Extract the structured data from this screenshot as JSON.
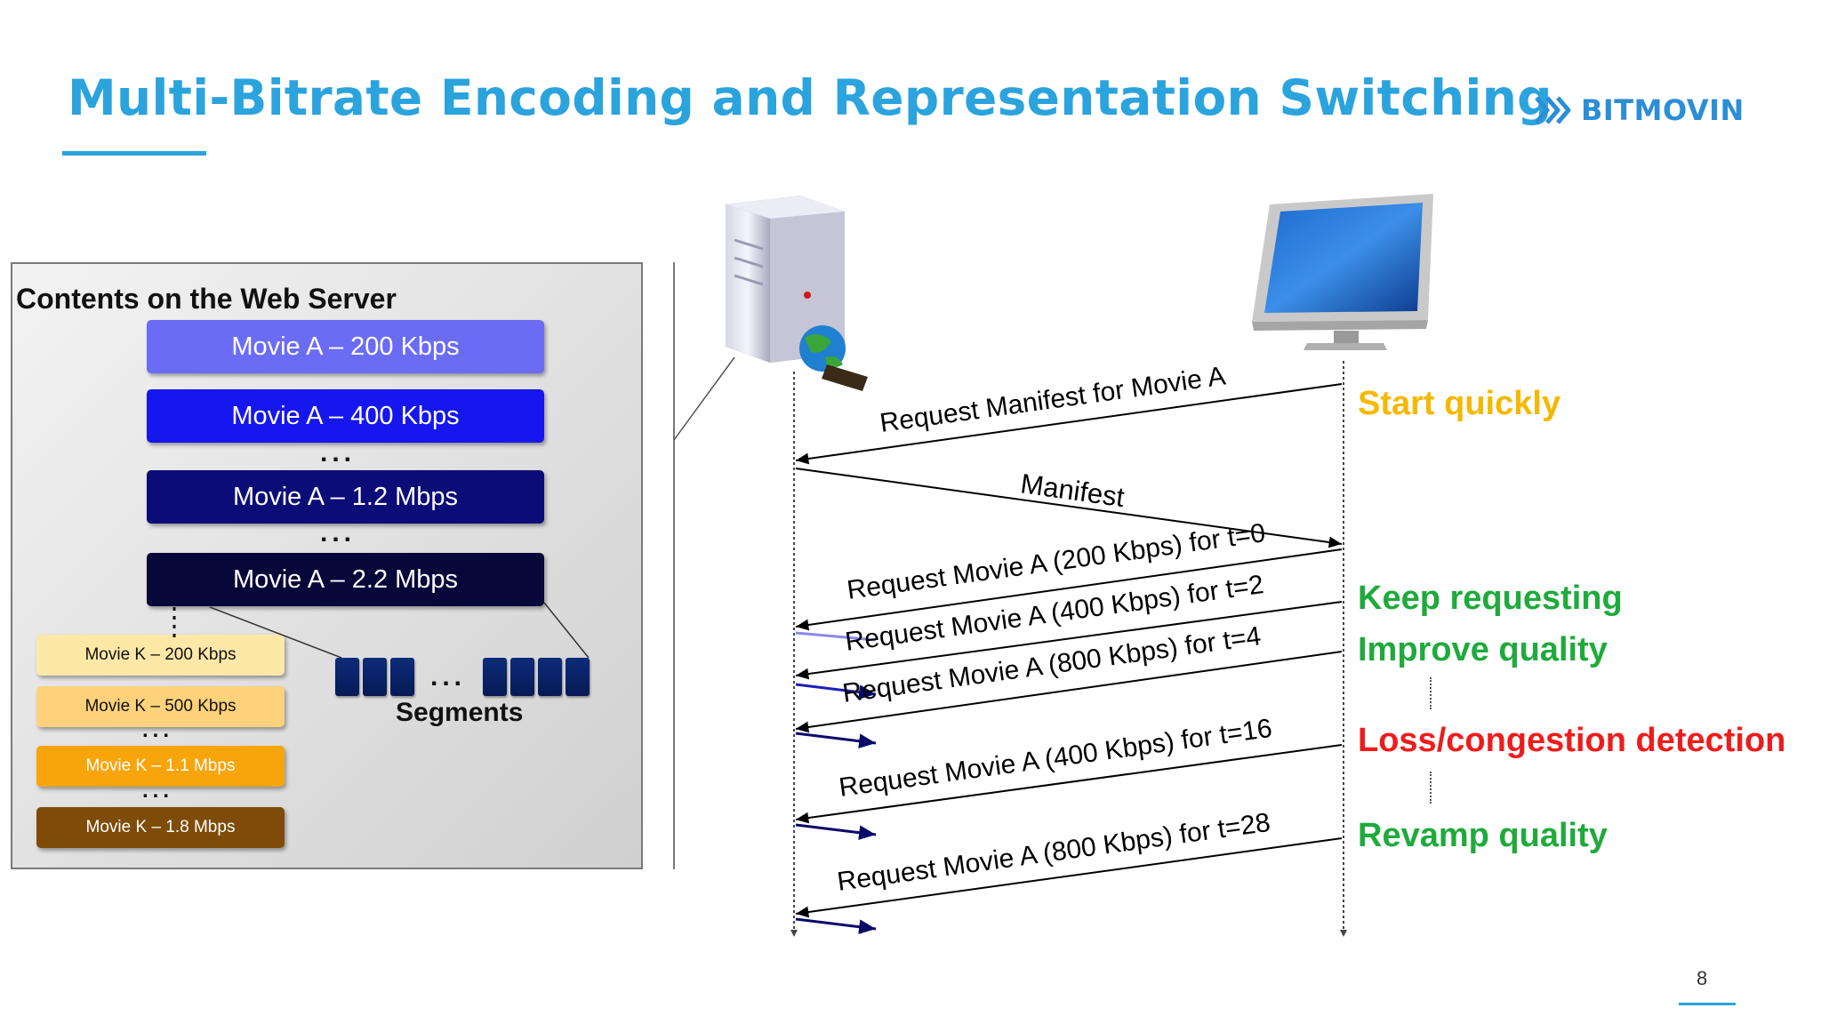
{
  "slide": {
    "title": "Multi-Bitrate Encoding and Representation Switching",
    "logo_text": "BITMOVIN",
    "page_number": "8"
  },
  "web_server": {
    "title": "Contents on the Web Server",
    "movie_a": [
      {
        "label": "Movie A – 200 Kbps",
        "color": "#6a6cf5"
      },
      {
        "label": "Movie A – 400 Kbps",
        "color": "#1616ee"
      },
      {
        "label": "Movie A – 1.2 Mbps",
        "color": "#0c0c78"
      },
      {
        "label": "Movie A – 2.2 Mbps",
        "color": "#070739"
      }
    ],
    "movie_k": [
      {
        "label": "Movie K – 200 Kbps",
        "color": "#fde8a8"
      },
      {
        "label": "Movie K – 500 Kbps",
        "color": "#fdd27a"
      },
      {
        "label": "Movie K – 1.1 Mbps",
        "color": "#f8a50c"
      },
      {
        "label": "Movie K – 1.8 Mbps",
        "color": "#7e4c08"
      }
    ],
    "dots": "...",
    "segments_label": "Segments"
  },
  "sequence": {
    "messages": [
      "Request Manifest for Movie A",
      "Manifest",
      "Request Movie A (200 Kbps) for t=0",
      "Request Movie A (400 Kbps) for t=2",
      "Request Movie A (800 Kbps) for t=4",
      "Request Movie A (400 Kbps) for t=16",
      "Request Movie A (800 Kbps) for t=28"
    ],
    "phases": [
      {
        "label": "Start quickly",
        "color": "#f5b800"
      },
      {
        "label": "Keep requesting",
        "color": "#1faa3c"
      },
      {
        "label": "Improve quality",
        "color": "#1faa3c"
      },
      {
        "label": "Loss/congestion detection",
        "color": "#ee1c1c"
      },
      {
        "label": "Revamp quality",
        "color": "#1faa3c"
      }
    ]
  },
  "colors": {
    "accent": "#2ba3dd",
    "server_icon": "server-with-globe",
    "client_icon": "computer-monitor"
  }
}
